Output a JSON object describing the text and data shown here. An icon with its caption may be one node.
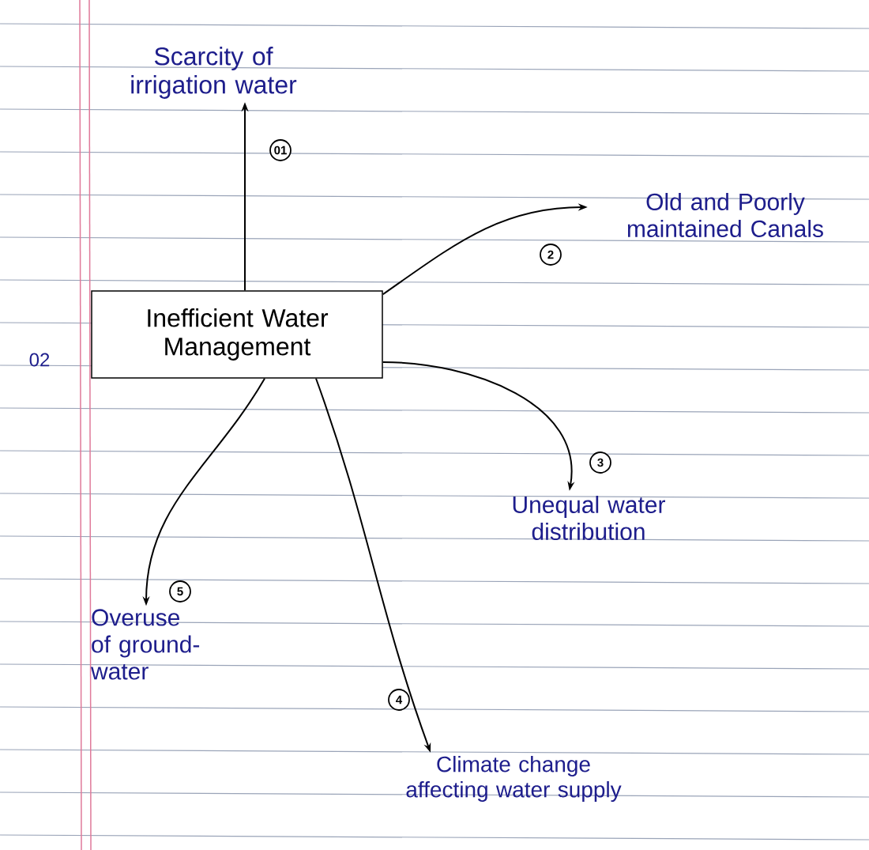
{
  "diagram": {
    "nodes": [
      {
        "text": [
          "Inefficient Water Management"
        ]
      },
      {
        "text": [
          "Scarcity of irrigation water"
        ]
      },
      {
        "text": [
          "Old and Poorly maintained Canals"
        ]
      },
      {
        "text": [
          "Unequal water distribution"
        ]
      },
      {
        "text": [
          "Overuse of ground-water"
        ]
      },
      {
        "text": [
          "Climate change affecting water supply"
        ]
      }
    ],
    "edges": [
      {
        "from": 0,
        "to": 1,
        "arrow": "to",
        "label": "01"
      },
      {
        "from": 0,
        "to": 2,
        "arrow": "to",
        "label": "2"
      },
      {
        "from": 0,
        "to": 3,
        "arrow": "to",
        "label": "3"
      },
      {
        "from": 0,
        "to": 4,
        "arrow": "to",
        "label": "5"
      },
      {
        "from": 0,
        "to": 5,
        "arrow": "to",
        "label": "4"
      }
    ],
    "labels": [
      "02"
    ]
  }
}
